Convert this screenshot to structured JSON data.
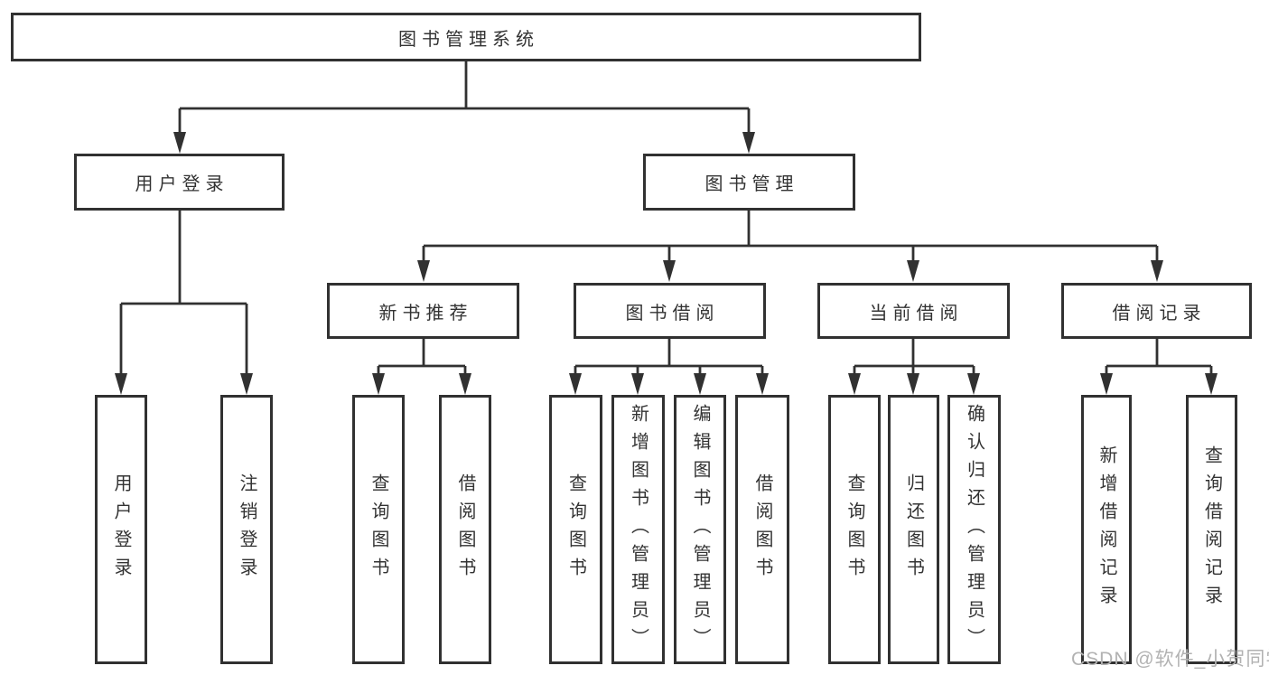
{
  "diagram_title": "图书管理系统",
  "colors": {
    "line": "#313131",
    "box_border": "#313131",
    "box_fill": "#ffffff",
    "text": "#333333",
    "background": "#ffffff",
    "watermark": "#b2b2b2"
  },
  "nodes": {
    "root": "图书管理系统",
    "level2": {
      "user_login": "用户登录",
      "book_management": "图书管理"
    },
    "user_login_children": {
      "login": "用户登录",
      "logout": "注销登录"
    },
    "book_management_children": {
      "new_book_recommend": "新书推荐",
      "book_borrowing": "图书借阅",
      "current_borrowing": "当前借阅",
      "borrowing_records": "借阅记录"
    },
    "new_book_recommend_children": {
      "query_books": "查询图书",
      "borrow_books": "借阅图书"
    },
    "book_borrowing_children": {
      "query_books": "查询图书",
      "add_books_admin": "新增图书（管理员）",
      "edit_books_admin": "编辑图书（管理员）",
      "borrow_books": "借阅图书"
    },
    "current_borrowing_children": {
      "query_books": "查询图书",
      "return_books": "归还图书",
      "confirm_return_admin": "确认归还（管理员）"
    },
    "borrowing_records_children": {
      "add_borrow_record": "新增借阅记录",
      "query_borrow_record": "查询借阅记录"
    }
  },
  "watermark": {
    "text": "CSDN @软件_小贺同学"
  }
}
